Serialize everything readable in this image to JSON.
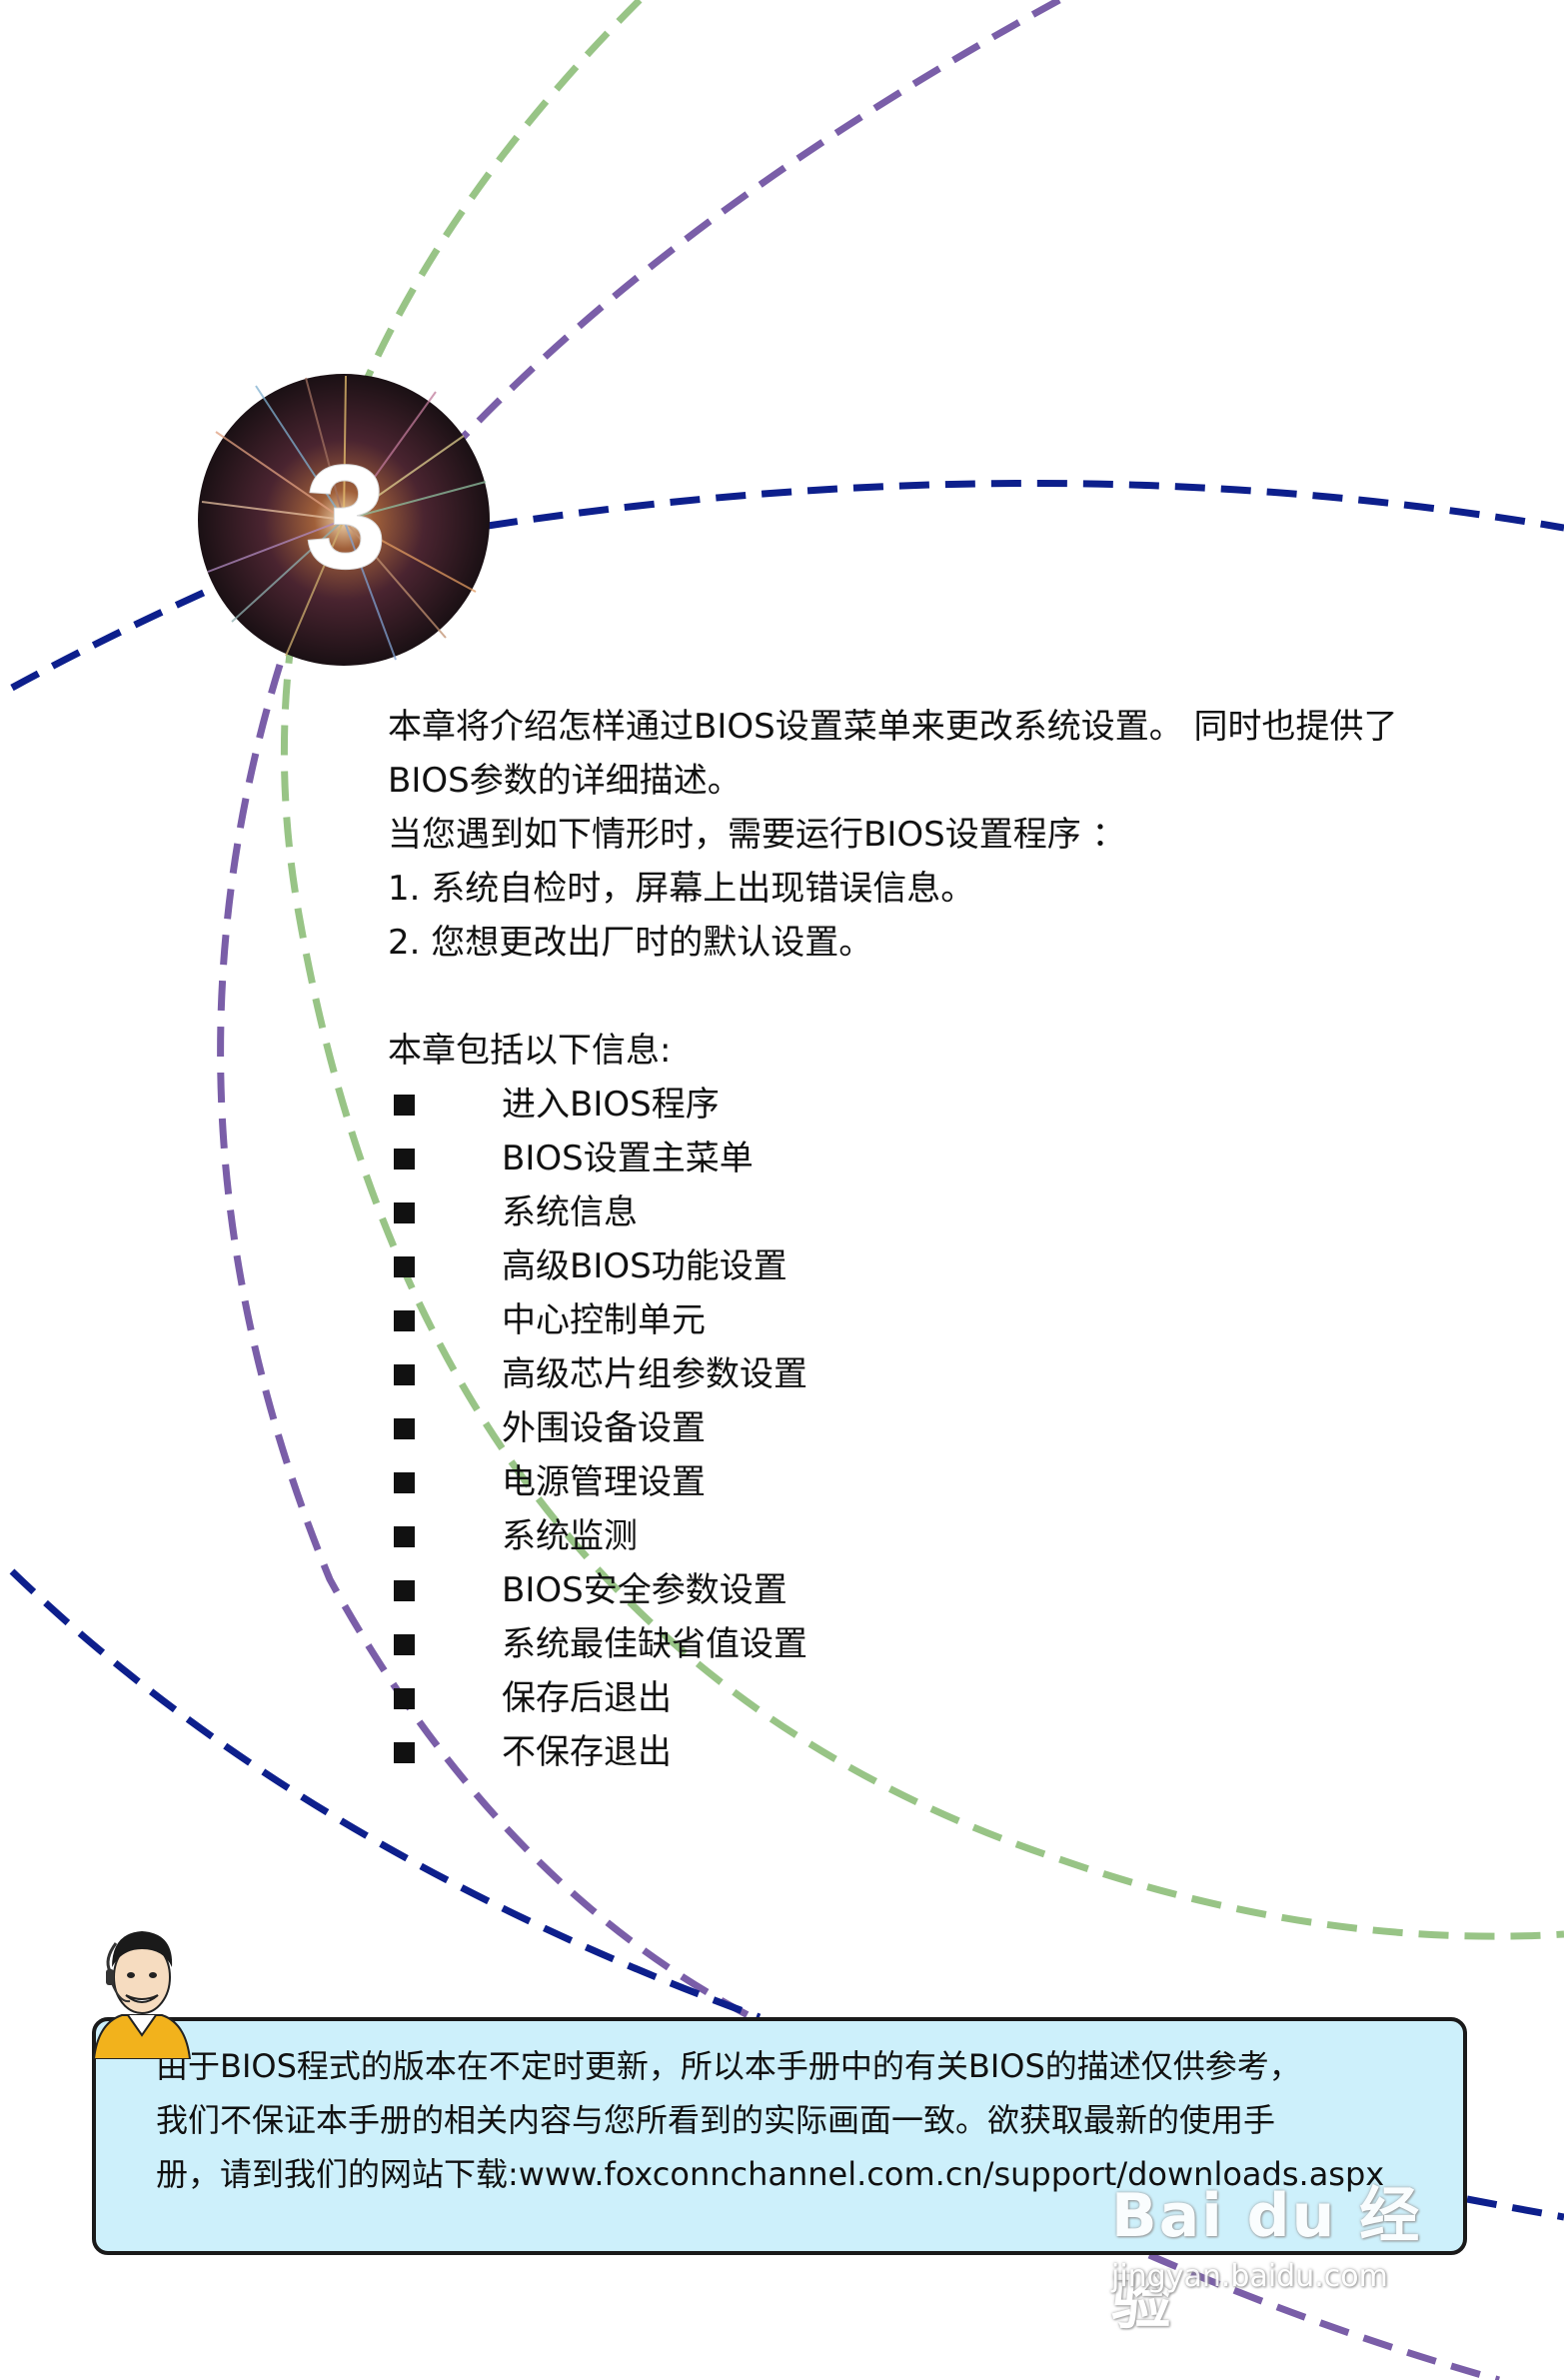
{
  "chapter": {
    "number": "3"
  },
  "intro": {
    "line1": "本章将介绍怎样通过BIOS设置菜单来更改系统设置。 同时也提供了",
    "line2": "BIOS参数的详细描述。",
    "line3": "当您遇到如下情形时，需要运行BIOS设置程序 ：",
    "line4": "1.  系统自检时，屏幕上出现错误信息。",
    "line5": "2.  您想更改出厂时的默认设置。",
    "list_heading": "本章包括以下信息:"
  },
  "topics": [
    "进入BIOS程序",
    "BIOS设置主菜单",
    "系统信息",
    "高级BIOS功能设置",
    "中心控制单元",
    "高级芯片组参数设置",
    "外围设备设置",
    "电源管理设置",
    "系统监测",
    "BIOS安全参数设置",
    "系统最佳缺省值设置",
    "保存后退出",
    "不保存退出"
  ],
  "note": {
    "text": "由于BIOS程式的版本在不定时更新，所以本手册中的有关BIOS的描述仅供参考，\n我们不保证本手册的相关内容与您所看到的实际画面一致。欲获取最新的使用手\n册，请到我们的网站下载:www.foxconnchannel.com.cn/support/downloads.aspx",
    "avatar_icon": "support-agent-avatar-icon"
  },
  "watermark": {
    "brand": "Bai du 经验",
    "url": "jingyan.baidu.com"
  },
  "colors": {
    "navy_curve": "#0d1f8c",
    "purple_curve": "#7a5ea8",
    "green_curve": "#98c486",
    "note_background": "#cdf0fb"
  }
}
